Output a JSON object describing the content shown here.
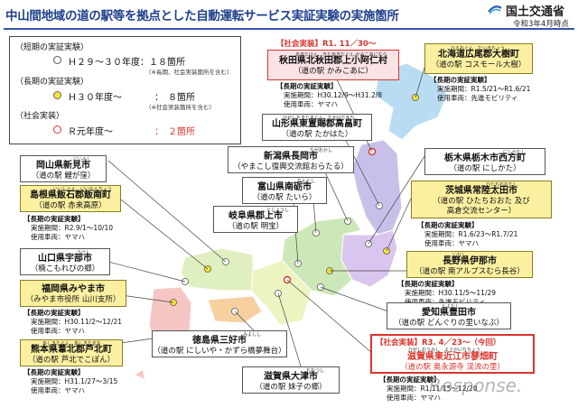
{
  "header": {
    "title": "中山間地域の道の駅等を拠点とした自動運転サービス実証実験の実施箇所",
    "ministry": "国土交通省",
    "date": "令和3年4月時点"
  },
  "legend": {
    "short_heading": "（短期の実証実験）",
    "short_row": "Ｈ２９～３０年度：１８箇所",
    "short_note": "（※長期、社会実装箇所を含む）",
    "long_heading": "（長期の実証実験）",
    "long_row_a": "Ｈ３０年度～",
    "long_row_b": "：　８箇所",
    "long_note": "（※社会実装箇所を含む）",
    "social_heading": "（社会実装）",
    "social_row_a": "Ｒ元年度～",
    "social_row_b": "：　２箇所"
  },
  "colors": {
    "title": "#1d3f8c",
    "long_term_fill": "#fbf0a0",
    "social_red": "#d9342b",
    "hokkaido": "#b9dcf2",
    "tohoku": "#c9c0ea",
    "kanto": "#d9c6ee",
    "chubu": "#cde8b8",
    "kinki": "#eef3c2",
    "chugoku": "#e0efc0",
    "shikoku": "#f7d0a0",
    "kyushu": "#f6c6c4"
  },
  "sites": {
    "akita": {
      "tag": "【社会実装】R1. 11／30～",
      "ruby": "あきたけん　きたあきたぐん かみこあにむら",
      "name": "秋田県北秋田郡上小阿仁村",
      "sub": "（道の駅 かみこあに）"
    },
    "hokkaido": {
      "ruby": "ひろおぐん　たいきちょう",
      "name": "北海道広尾郡大樹町",
      "sub": "（道の駅 コスモール大樹）"
    },
    "hokkaido_info": {
      "h": "【長期の実証実験】",
      "period": "実施期間：R1.5/21～R1.6/21",
      "vehicle": "使用車両：先進モビリティ"
    },
    "akita_info": {
      "h": "【長期の実証実験】",
      "period": "実施期間：H30.12/9～H31.2/8",
      "vehicle": "使用車両：ヤマハ"
    },
    "yamagata": {
      "ruby": "ひがしおきたまぐん　たかはたまち",
      "name": "山形県東置賜郡高畠町",
      "sub": "（道の駅 たかはた）"
    },
    "niigata": {
      "ruby": "ながおかし",
      "name": "新潟県長岡市",
      "sub": "（やまこし復興交流館おらたる）"
    },
    "toyama": {
      "ruby": "なんとし",
      "name": "富山県南砺市",
      "sub": "（道の駅 たいら）"
    },
    "gifu": {
      "ruby": "ぐじょうし",
      "name": "岐阜県郡上市",
      "sub": "（道の駅 明宝）"
    },
    "okayama": {
      "ruby": "にいみし",
      "name": "岡山県新見市",
      "sub": "（道の駅 鯉が窪）"
    },
    "shimane": {
      "ruby": "いいしぐん　いいなんちょう",
      "name": "島根県飯石郡飯南町",
      "sub": "（道の駅 赤来高原）"
    },
    "shimane_info": {
      "h": "【長期の実証実験】",
      "period": "実施期間：R2.9/1～10/10",
      "vehicle": "使用車両：ヤマハ"
    },
    "yamaguchi": {
      "ruby": "うべし",
      "name": "山口県宇部市",
      "sub": "（楠こもれびの郷）"
    },
    "fukuoka": {
      "ruby": "",
      "name": "福岡県みやま市",
      "sub": "（みやま市役所 山川支所）"
    },
    "fukuoka_info": {
      "h": "【長期の実証実験】",
      "period": "実施期間：H30.11/2～12/21",
      "vehicle": "使用車両：ヤマハ"
    },
    "kumamoto": {
      "ruby": "あしきたぐん　あしきたまち",
      "name": "熊本県葦北郡芦北町",
      "sub": "（道の駅 芦北でこぽん）"
    },
    "kumamoto_info": {
      "h": "【長期の実証実験】",
      "period": "実施期間：H31.1/27～3/15",
      "vehicle": "使用車両：ヤマハ"
    },
    "tokushima": {
      "ruby": "みよしし",
      "name": "徳島県三好市",
      "sub": "（道の駅 にしいや・かずら橋夢舞台）"
    },
    "shiga": {
      "ruby": "おおつし",
      "name": "滋賀県大津市",
      "sub": "（道の駅 妹子の郷）"
    },
    "tochigi": {
      "ruby": "にしかたし",
      "name": "栃木県栃木市西方町",
      "sub": "（道の駅 にしかた）"
    },
    "ibaraki": {
      "ruby": "ひたちおおたし",
      "name": "茨城県常陸太田市",
      "sub": "（道の駅 ひたちおおた 及び",
      "sub2": "高倉交流センター）"
    },
    "ibaraki_info": {
      "h": "【長期の実証実験】",
      "period": "実施期間：R1.6/23～R1.7/21",
      "vehicle": "使用車両：ヤマハ"
    },
    "nagano": {
      "ruby": "いなし",
      "name": "長野県伊那市",
      "sub": "（道の駅 南アルプスむら長谷）"
    },
    "nagano_info": {
      "h": "【長期の実証実験】",
      "period": "実施期間：H30.11/5～11/29",
      "vehicle": "使用車両：先進モビリティ"
    },
    "aichi": {
      "ruby": "とよたし",
      "name": "愛知県豊田市",
      "sub": "（道の駅 どんぐりの里いなぶ）"
    },
    "shiga2": {
      "tag": "【社会実装】R3. 4／23～（今回）",
      "ruby": "ひがしおうみし　ようかいちちょう",
      "name": "滋賀県東近江市蓼畑町",
      "sub": "（道の駅 奥永源寺 渓流の里）"
    },
    "shiga2_info": {
      "h": "【長期の実証実験】",
      "period": "実施期間：R1.11/15～12/20",
      "vehicle": "使用車両：ヤマハ"
    }
  },
  "watermark": "Response."
}
